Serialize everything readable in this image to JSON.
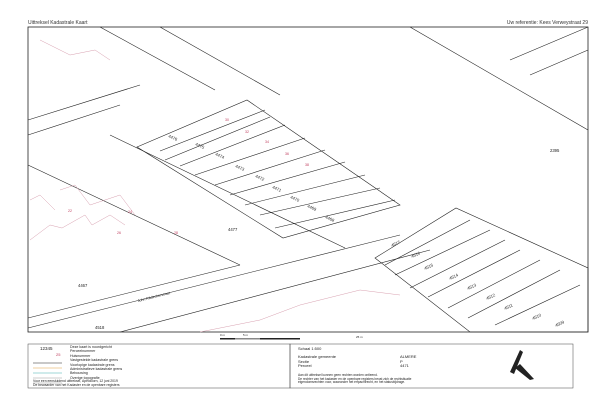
{
  "header": {
    "title": "Uittreksel Kadastrale Kaart",
    "reference": "Uw referentie: Kees Verweystraat 29"
  },
  "map": {
    "parcels_block1": [
      "4476",
      "4475",
      "4474",
      "4473",
      "4472",
      "4471",
      "4470",
      "4469",
      "4468"
    ],
    "parcels_block2": [
      "4517",
      "4516",
      "4515",
      "4514",
      "4513",
      "4512",
      "4511",
      "4510",
      "4509"
    ],
    "parcel_other": {
      "p4477": "4477",
      "p4467": "4467",
      "p4518": "4518",
      "p2395": "2395"
    },
    "street": "John Rädeckerstraat",
    "house_numbers": [
      "22",
      "24",
      "26",
      "28",
      "30",
      "32",
      "34",
      "36",
      "38"
    ],
    "scale_bar": {
      "zero": "0 m",
      "five": "5 m",
      "twentyfive": "25 m"
    },
    "colors": {
      "boundary": "#222222",
      "house": "#d8a0b0",
      "housenumber": "#c04060"
    }
  },
  "legend": {
    "sample_parcel": "12345",
    "sample_house": "25",
    "items": [
      "Deze kaart is noordgericht",
      "Perceelnummer",
      "Huisnummer",
      "Vastgestelde kadastrale grens",
      "Voorlopige kadastrale grens",
      "Administratieve kadastrale grens",
      "Bebouwing",
      "Overige topografie"
    ],
    "certified": "Voor een eensluidend uittreksel, Apeldoorn, 12 juni 2019",
    "bewaarder": "De bewaarder van het Kadaster en de openbare registers"
  },
  "info": {
    "scale": "Schaal 1:500",
    "gemeente_label": "Kadastrale gemeente",
    "gemeente": "ALMERE",
    "sectie_label": "Sectie",
    "sectie": "P",
    "perceel_label": "Perceel",
    "perceel": "4471",
    "disclaimer1": "Aan dit uittreksel kunnen geen rechten worden ontleend.",
    "disclaimer2": "De rechter van het kadaster en de openbare registers bevat zich de rechtsituatie",
    "disclaimer3": "eigendomsrechten voor, waaronder het erfpachtrecht, en het statusbijdrage."
  }
}
